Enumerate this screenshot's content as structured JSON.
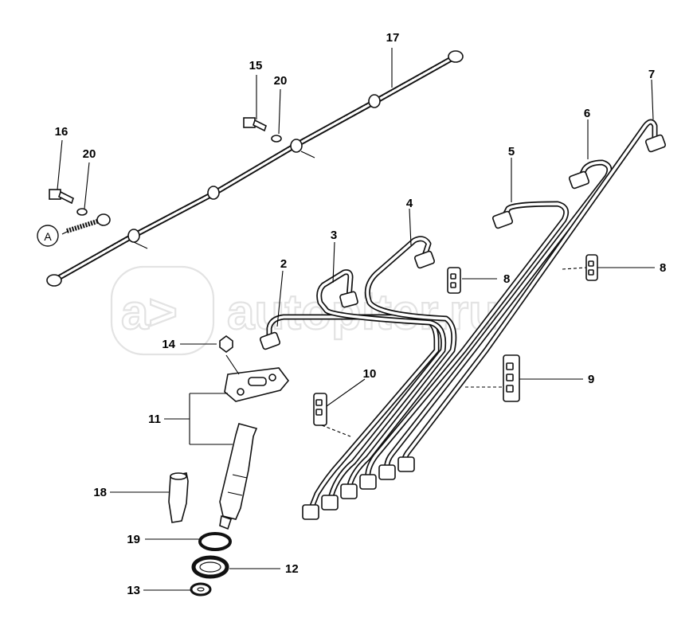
{
  "watermark": {
    "text": "autopiter.ru",
    "logo": "a>"
  },
  "callout_marker": "A",
  "labels": {
    "l2": "2",
    "l3": "3",
    "l4": "4",
    "l5": "5",
    "l6": "6",
    "l7": "7",
    "l8a": "8",
    "l8b": "8",
    "l9": "9",
    "l10": "10",
    "l11": "11",
    "l12": "12",
    "l13": "13",
    "l14": "14",
    "l15": "15",
    "l16": "16",
    "l17": "17",
    "l18": "18",
    "l19": "19",
    "l20a": "20",
    "l20b": "20"
  }
}
